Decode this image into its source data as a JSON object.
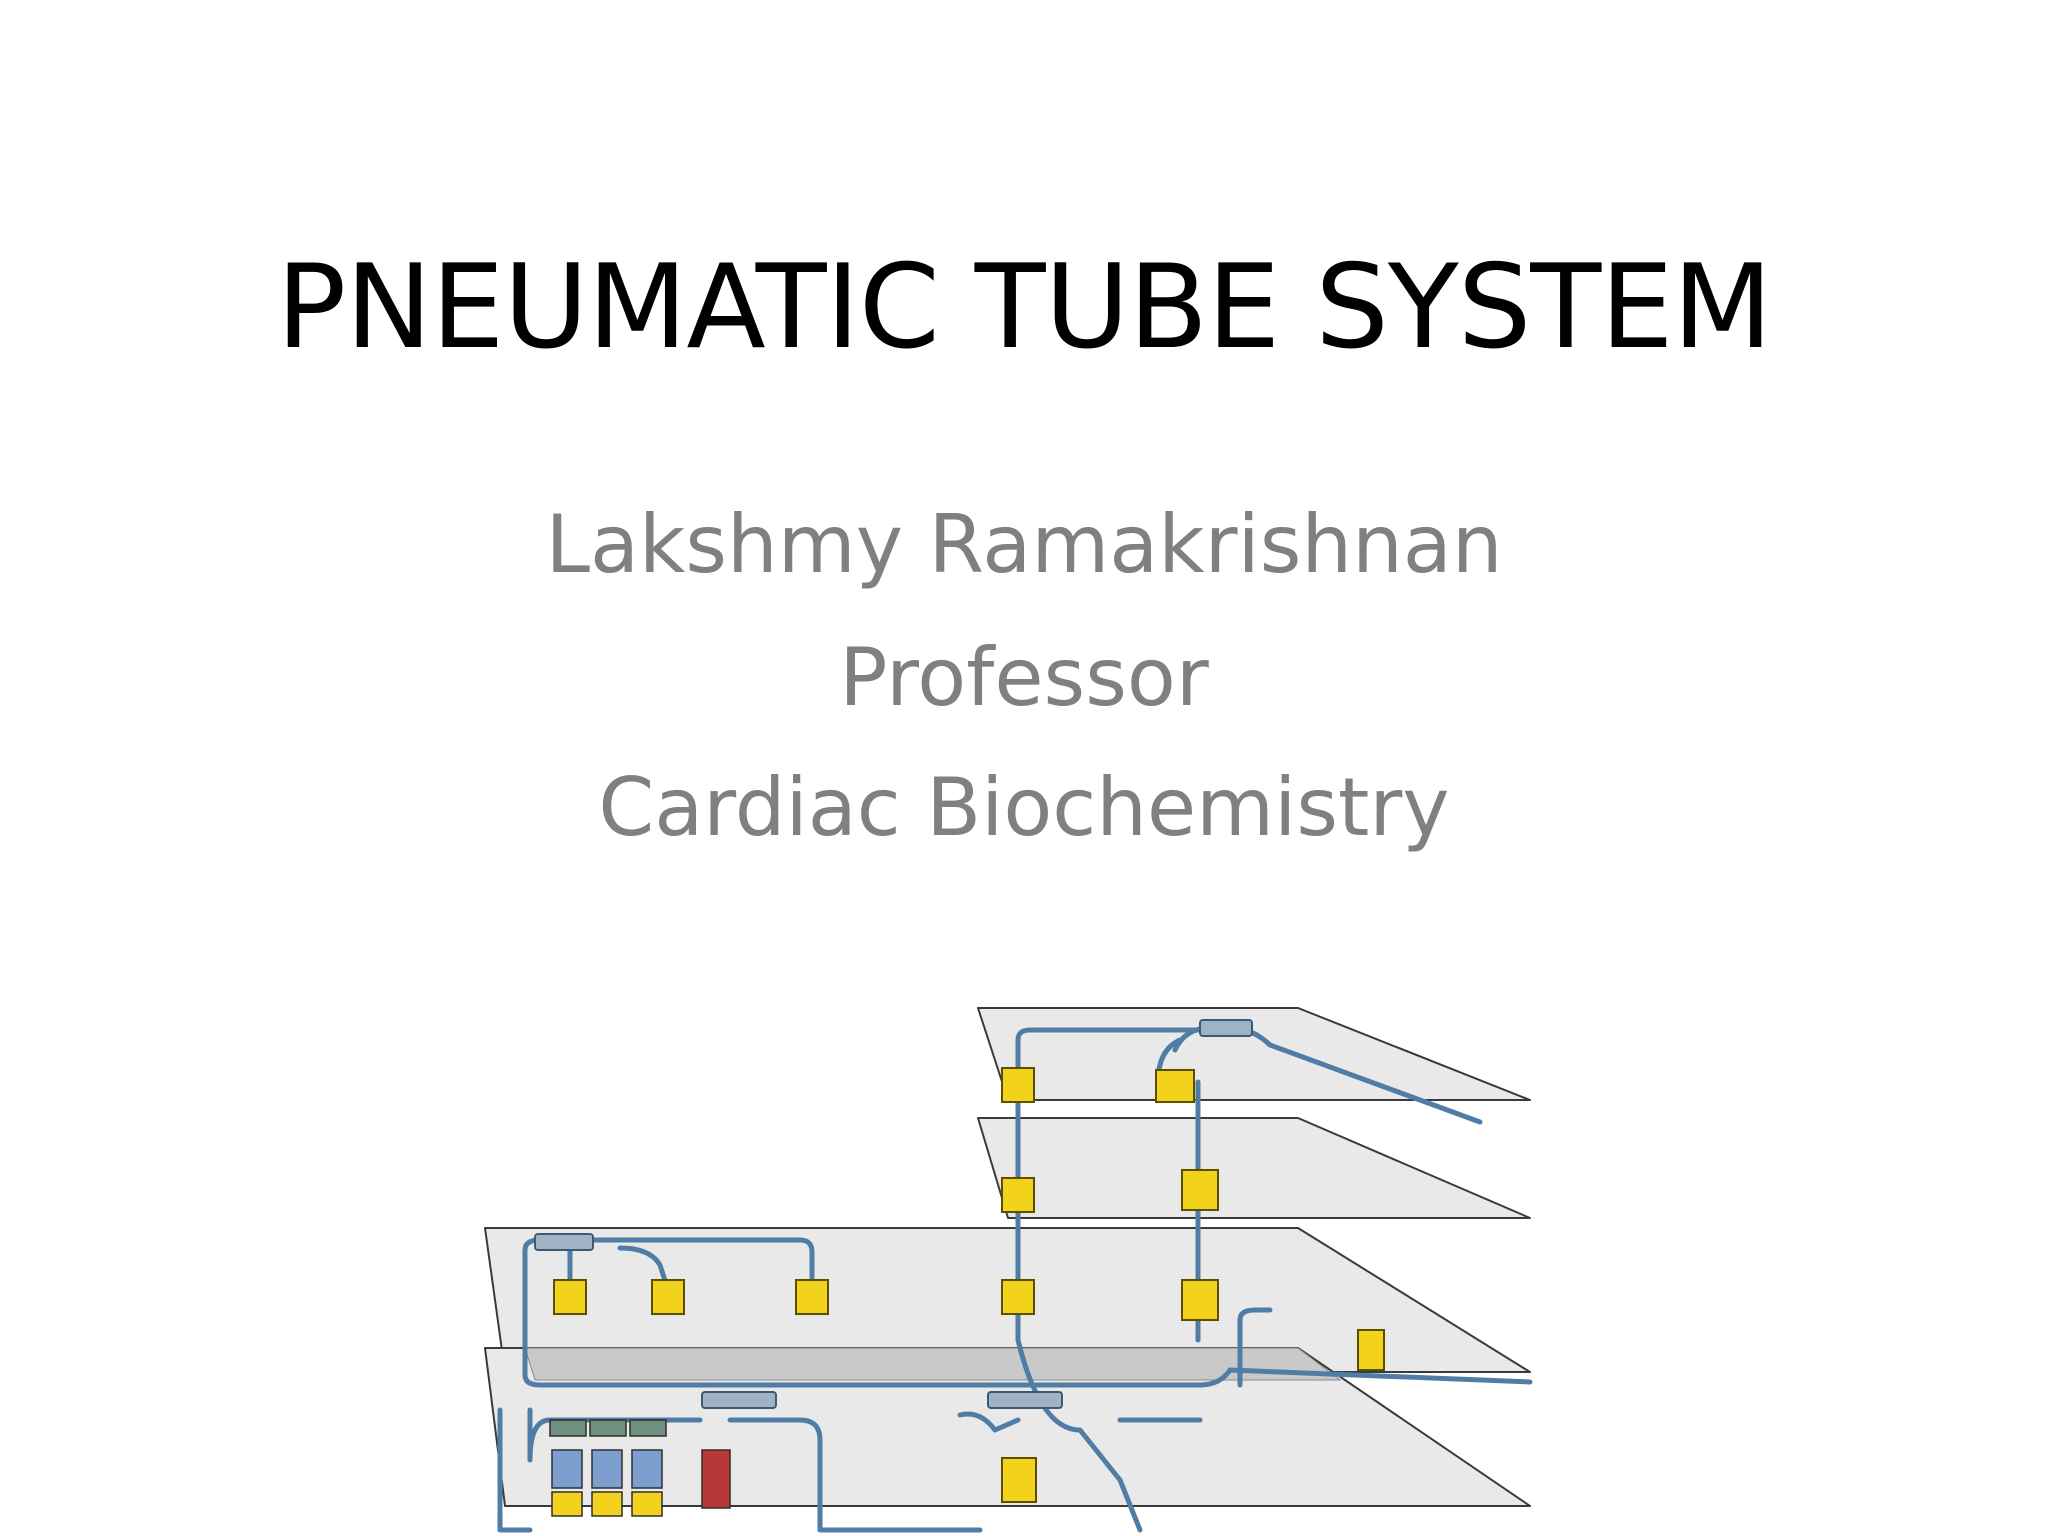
{
  "slide": {
    "title": "PNEUMATIC TUBE SYSTEM",
    "subtitle_lines": [
      "Lakshmy Ramakrishnan",
      "Professor",
      "Cardiac Biochemistry"
    ]
  },
  "colors": {
    "title": "#000000",
    "subtitle": "#808080",
    "floor_fill": "#e8e8e8",
    "floor_edge": "#3a3a3a",
    "tube": "#4f7da6",
    "station_fill": "#f2d21c",
    "station_edge": "#5a5000",
    "diverter": "#9fb3c4",
    "blower_red": "#b8383a",
    "blower_blue": "#7d9fd0",
    "blower_green": "#6f8f7f"
  },
  "diagram": {
    "icon": "pneumatic-tube-network-illustration"
  }
}
